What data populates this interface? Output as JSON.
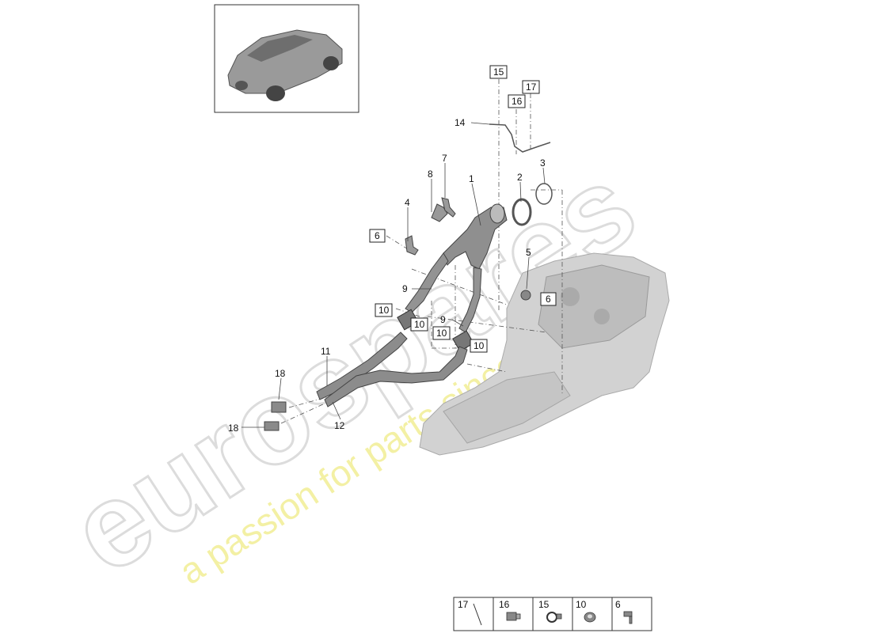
{
  "watermark": {
    "brand": "eurospares",
    "tagline": "a passion for parts since 1985"
  },
  "callouts": [
    {
      "num": "1"
    },
    {
      "num": "2"
    },
    {
      "num": "3"
    },
    {
      "num": "4"
    },
    {
      "num": "5"
    },
    {
      "num": "6"
    },
    {
      "num": "6"
    },
    {
      "num": "7"
    },
    {
      "num": "8"
    },
    {
      "num": "9"
    },
    {
      "num": "9"
    },
    {
      "num": "10"
    },
    {
      "num": "10"
    },
    {
      "num": "10"
    },
    {
      "num": "10"
    },
    {
      "num": "11"
    },
    {
      "num": "12"
    },
    {
      "num": "14"
    },
    {
      "num": "15"
    },
    {
      "num": "16"
    },
    {
      "num": "17"
    },
    {
      "num": "18"
    },
    {
      "num": "18"
    }
  ],
  "legend": {
    "items": [
      {
        "num": "17",
        "icon": "sensor-wire-icon"
      },
      {
        "num": "16",
        "icon": "clip-icon"
      },
      {
        "num": "15",
        "icon": "clamp-icon"
      },
      {
        "num": "10",
        "icon": "nut-icon"
      },
      {
        "num": "6",
        "icon": "bolt-icon"
      }
    ]
  },
  "colors": {
    "parts": "#8a8a8a",
    "engine": "#c9c9c9",
    "text": "#111111"
  }
}
